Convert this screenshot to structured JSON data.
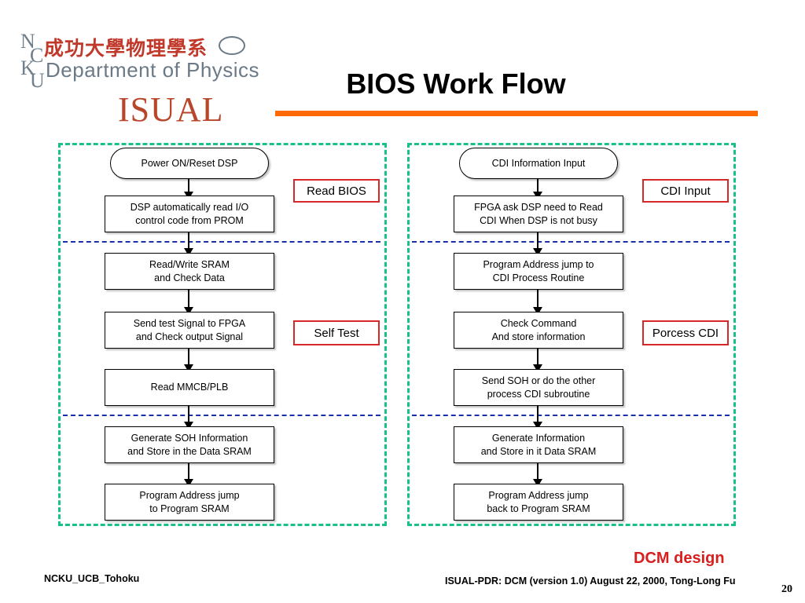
{
  "logo": {
    "letters": [
      "N",
      "C",
      "K",
      "U"
    ],
    "chinese": "成功大學物理學系",
    "department": "Department of Physics",
    "isual": "ISUAL"
  },
  "title": "BIOS Work Flow",
  "left_flow": [
    {
      "text": "Power ON/Reset DSP"
    },
    {
      "text": "DSP automatically read I/O\ncontrol code from PROM"
    },
    {
      "text": "Read/Write SRAM\nand Check Data"
    },
    {
      "text": "Send test Signal to FPGA\nand Check output Signal"
    },
    {
      "text": "Read MMCB/PLB"
    },
    {
      "text": "Generate SOH Information\nand Store in the Data SRAM"
    },
    {
      "text": "Program Address jump\nto Program SRAM"
    }
  ],
  "right_flow": [
    {
      "text": "CDI Information Input"
    },
    {
      "text": "FPGA ask DSP need to Read\nCDI When DSP is not busy"
    },
    {
      "text": "Program Address jump to\nCDI Process Routine"
    },
    {
      "text": "Check Command\nAnd store information"
    },
    {
      "text": "Send SOH or do the other\nprocess CDI subroutine"
    },
    {
      "text": "Generate Information\nand Store in it Data SRAM"
    },
    {
      "text": "Program Address jump\nback to Program SRAM"
    }
  ],
  "labels": {
    "read_bios": "Read BIOS",
    "self_test": "Self Test",
    "cdi_input": "CDI Input",
    "process_cdi": "Porcess CDI"
  },
  "colors": {
    "accent_bar": "#ff6a00",
    "panel_border": "#19c08a",
    "divider": "#1b2fa8",
    "label_border": "#d62828",
    "dcm_text": "#d81e1e"
  },
  "footer": {
    "dcm": "DCM design",
    "left": "NCKU_UCB_Tohoku",
    "right": "ISUAL-PDR: DCM (version 1.0)  August 22, 2000, Tong-Long Fu",
    "page": "20"
  }
}
